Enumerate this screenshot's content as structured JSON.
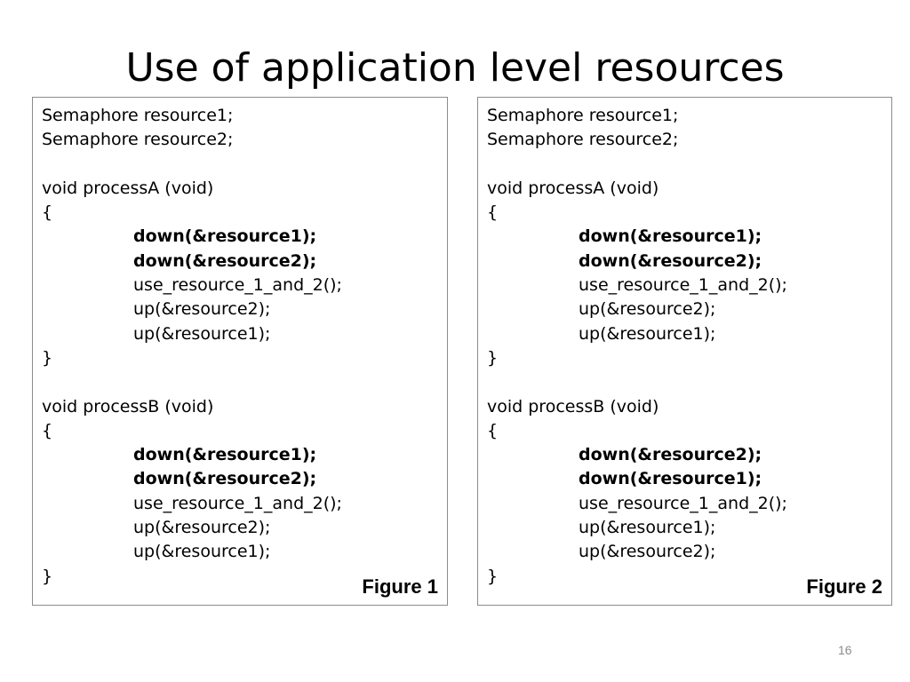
{
  "slide": {
    "title": "Use of application level resources",
    "page_number": "16"
  },
  "panels": [
    {
      "figure_label": "Figure 1",
      "lines": [
        {
          "text": "Semaphore resource1;",
          "indent": false,
          "bold": false
        },
        {
          "text": "Semaphore resource2;",
          "indent": false,
          "bold": false
        },
        {
          "text": "",
          "indent": false,
          "bold": false
        },
        {
          "text": "void processA (void)",
          "indent": false,
          "bold": false
        },
        {
          "text": "{",
          "indent": false,
          "bold": false
        },
        {
          "text": "down(&resource1);",
          "indent": true,
          "bold": true
        },
        {
          "text": "down(&resource2);",
          "indent": true,
          "bold": true
        },
        {
          "text": "use_resource_1_and_2();",
          "indent": true,
          "bold": false
        },
        {
          "text": "up(&resource2);",
          "indent": true,
          "bold": false
        },
        {
          "text": "up(&resource1);",
          "indent": true,
          "bold": false
        },
        {
          "text": "}",
          "indent": false,
          "bold": false
        },
        {
          "text": "",
          "indent": false,
          "bold": false
        },
        {
          "text": "void processB (void)",
          "indent": false,
          "bold": false
        },
        {
          "text": "{",
          "indent": false,
          "bold": false
        },
        {
          "text": "down(&resource1);",
          "indent": true,
          "bold": true
        },
        {
          "text": "down(&resource2);",
          "indent": true,
          "bold": true
        },
        {
          "text": "use_resource_1_and_2();",
          "indent": true,
          "bold": false
        },
        {
          "text": "up(&resource2);",
          "indent": true,
          "bold": false
        },
        {
          "text": "up(&resource1);",
          "indent": true,
          "bold": false
        },
        {
          "text": "}",
          "indent": false,
          "bold": false
        }
      ]
    },
    {
      "figure_label": "Figure 2",
      "lines": [
        {
          "text": "Semaphore resource1;",
          "indent": false,
          "bold": false
        },
        {
          "text": "Semaphore resource2;",
          "indent": false,
          "bold": false
        },
        {
          "text": "",
          "indent": false,
          "bold": false
        },
        {
          "text": "void processA (void)",
          "indent": false,
          "bold": false
        },
        {
          "text": "{",
          "indent": false,
          "bold": false
        },
        {
          "text": "down(&resource1);",
          "indent": true,
          "bold": true
        },
        {
          "text": "down(&resource2);",
          "indent": true,
          "bold": true
        },
        {
          "text": "use_resource_1_and_2();",
          "indent": true,
          "bold": false
        },
        {
          "text": "up(&resource2);",
          "indent": true,
          "bold": false
        },
        {
          "text": "up(&resource1);",
          "indent": true,
          "bold": false
        },
        {
          "text": "}",
          "indent": false,
          "bold": false
        },
        {
          "text": "",
          "indent": false,
          "bold": false
        },
        {
          "text": "void processB (void)",
          "indent": false,
          "bold": false
        },
        {
          "text": "{",
          "indent": false,
          "bold": false
        },
        {
          "text": "down(&resource2);",
          "indent": true,
          "bold": true
        },
        {
          "text": "down(&resource1);",
          "indent": true,
          "bold": true
        },
        {
          "text": "use_resource_1_and_2();",
          "indent": true,
          "bold": false
        },
        {
          "text": "up(&resource1);",
          "indent": true,
          "bold": false
        },
        {
          "text": "up(&resource2);",
          "indent": true,
          "bold": false
        },
        {
          "text": "}",
          "indent": false,
          "bold": false
        }
      ]
    }
  ]
}
